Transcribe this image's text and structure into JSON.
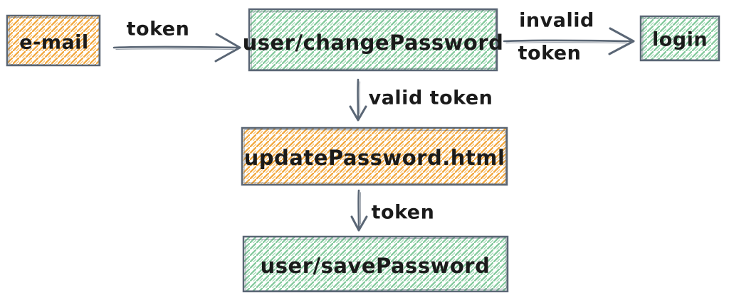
{
  "diagram": {
    "description": "Hand-drawn flowchart of a password reset flow",
    "background": "#ffffff",
    "colors": {
      "stroke": "#5a6675",
      "text": "#1b1b1b",
      "orange_hatch": "#f2a73d",
      "green_hatch": "#84c99c",
      "background": "#ffffff"
    },
    "nodes": {
      "email": {
        "label": "e-mail",
        "fill": "orange"
      },
      "change_password": {
        "label": "user/changePassword",
        "fill": "green"
      },
      "login": {
        "label": "login",
        "fill": "green"
      },
      "update_password": {
        "label": "updatePassword.html",
        "fill": "orange"
      },
      "save_password": {
        "label": "user/savePassword",
        "fill": "green"
      }
    },
    "edges": {
      "email_to_change_password": {
        "label": "token"
      },
      "change_password_to_login": {
        "label": "invalid token",
        "label_line1": "invalid",
        "label_line2": "token"
      },
      "change_password_to_update_password": {
        "label": "valid token"
      },
      "update_password_to_save_password": {
        "label": "token"
      }
    }
  }
}
